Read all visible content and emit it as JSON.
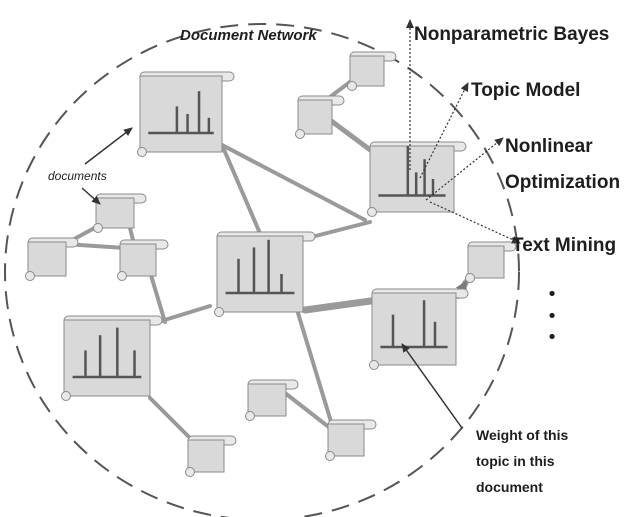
{
  "network_title": "Document Network",
  "documents_label": "documents",
  "topics": [
    {
      "name": "Nonparametric Bayes"
    },
    {
      "name": "Topic Model"
    },
    {
      "name": "Nonlinear"
    },
    {
      "name": "Optimization"
    },
    {
      "name": "Text Mining"
    }
  ],
  "caption_lines": [
    "Weight of this",
    "topic in this",
    "document"
  ],
  "ellipsis": [
    "•",
    "•",
    "•"
  ],
  "colors": {
    "doc_fill": "#d9d9d9",
    "doc_border": "#8a8a8a",
    "edge": "#9a9a9a",
    "bar": "#555555",
    "boundary": "#555555",
    "text": "#1e1e1e"
  }
}
